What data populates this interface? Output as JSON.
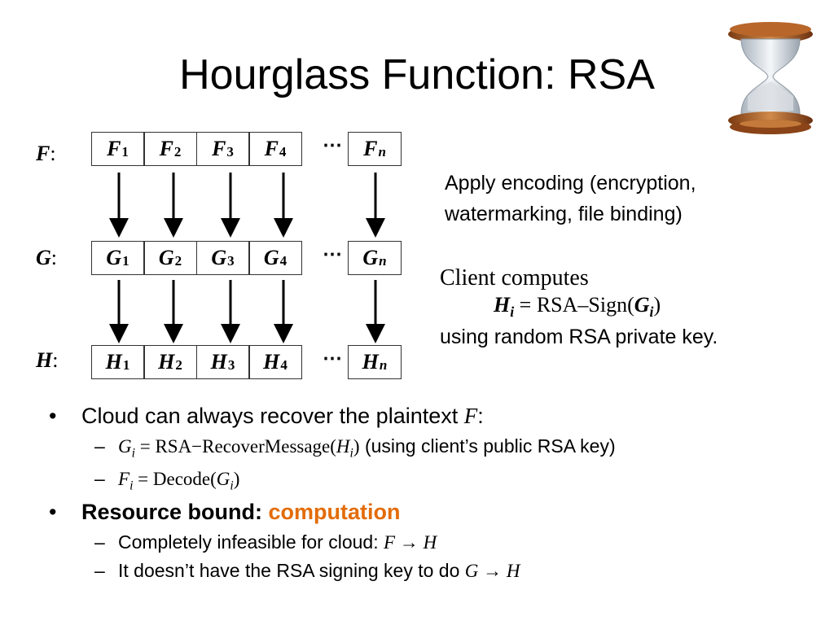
{
  "title": "Hourglass Function: RSA",
  "hourglass_image": "hourglass-icon",
  "rows": [
    {
      "label": "F",
      "cells": [
        "F",
        "F",
        "F",
        "F"
      ],
      "subs": [
        "1",
        "2",
        "3",
        "4"
      ],
      "last_sub": "n",
      "ellipsis": "⋯"
    },
    {
      "label": "G",
      "cells": [
        "G",
        "G",
        "G",
        "G"
      ],
      "subs": [
        "1",
        "2",
        "3",
        "4"
      ],
      "last_sub": "n",
      "ellipsis": "⋯"
    },
    {
      "label": "H",
      "cells": [
        "H",
        "H",
        "H",
        "H"
      ],
      "subs": [
        "1",
        "2",
        "3",
        "4"
      ],
      "last_sub": "n",
      "ellipsis": "⋯"
    }
  ],
  "colon": ":",
  "encoding_note": {
    "line1": "Apply encoding (encryption,",
    "line2": "watermarking, file binding)"
  },
  "client": {
    "line1": "Client computes",
    "formula_lhs": "H",
    "formula_sub": "i",
    "formula_eq": " = ",
    "formula_fn": "RSA–Sign(",
    "formula_arg": "G",
    "formula_arg_sub": "i",
    "formula_close": ")",
    "line3": "using random RSA private key."
  },
  "bullets": {
    "b1_text": "Cloud can always recover the plaintext ",
    "b1_var": "F",
    "b1_colon": ":",
    "s1_lhs": "G",
    "s1_sub": "i",
    "s1_eq": " = RSA−RecoverMessage(",
    "s1_arg": "H",
    "s1_arg_sub": "i",
    "s1_close": ")",
    "s1_note": " (using client’s public RSA key)",
    "s2_lhs": "F",
    "s2_sub": "i",
    "s2_eq": " = Decode(",
    "s2_arg": "G",
    "s2_arg_sub": "i",
    "s2_close": ")",
    "b2_label": "Resource bound: ",
    "b2_value": "computation",
    "s3_text": "Completely infeasible for cloud: ",
    "s3_math_a": "F",
    "s3_arrow": " → ",
    "s3_math_b": "H",
    "s4_text": "It doesn’t have the RSA signing key to do ",
    "s4_math_a": "G",
    "s4_arrow": " → ",
    "s4_math_b": "H"
  },
  "colors": {
    "accent": "#e36c09",
    "cell_border": "#333333"
  }
}
